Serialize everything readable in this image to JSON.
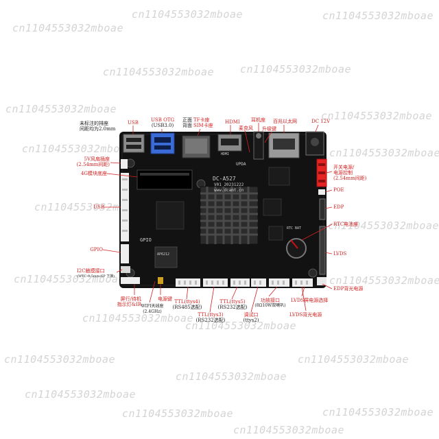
{
  "watermarks": [
    "cn1104553032mboae",
    "cn1104553032mboae",
    "cn1104553032mboae",
    "cn1104553032mboae",
    "cn1104553032mboae",
    "cn1104553032mboae",
    "cn1104553032mboae",
    "cn1104553032mboae",
    "cn1104553032mboae",
    "cn1104553032mboae",
    "cn1104553032mboae",
    "cn1104553032mboae",
    "cn1104553032mboae",
    "cn1104553032mboae",
    "cn1104553032mboae",
    "cn1104553032mboae",
    "cn1104553032mboae",
    "cn1104553032mboae",
    "cn1104553032mboae",
    "cn1104553032mboae",
    "cn1104553032mboae",
    "cn1104553032mboae"
  ],
  "note": {
    "line1": "未标注的排座",
    "line2": "间距均为2.0mm"
  },
  "labels": {
    "usb_top": "USB",
    "usb_otg": "USB OTG",
    "usb_otg_sub": "(USB3.0)",
    "front_back_1": "正面",
    "front_back_2": "背面",
    "tf_1": "TF卡座",
    "tf_2": "SIM卡座",
    "hdmi": "HDMI",
    "earphone": "耳机座",
    "mic": "麦克风",
    "upgrade_key": "升级键",
    "ethernet": "百兆以太网",
    "dc12v": "DC 12V",
    "fan_1": "5V风扇插座",
    "fan_2": "(2.54mm间距)",
    "module_4g": "4G模块底座",
    "switch_1": "开关电源/",
    "switch_2": "电源控制",
    "switch_3": "(2.54mm间距)",
    "poe": "POE",
    "edp": "EDP",
    "usb_left": "USB",
    "rtc": "RTC电池座",
    "gpio": "GPIO",
    "lvds": "LVDS",
    "i2c_1": "I2C触摸接口",
    "i2c_2": "(WTC-0.5mm-6P 下接)",
    "edp_backlight": "EDP背光电源",
    "ir_1": "屏行/待机",
    "ir_2": "指示灯&IR",
    "wifi_ant": "WIFI天线座",
    "wifi_freq": "(2.4GHz)",
    "power_key": "电源键",
    "ttl4_1": "TTL(ttys4)",
    "ttl4_2": "(RS485选配)",
    "ttl3_1": "TTL(ttys3)",
    "ttl3_2": "(RS232选配)",
    "ttl5_1": "TTL(ttys5)",
    "ttl5_2": "(RS232选配)",
    "debug_1": "调试口",
    "debug_2": "(ttys2)",
    "amp_1": "功放接口",
    "amp_2": "(8Ω10W双喇叭)",
    "lvds_power_sel": "LVDS屏电源选择",
    "lvds_backlight": "LVDS背光电源"
  },
  "silk": {
    "model": "DC-A527",
    "version": "V01 20231222",
    "site": "www.dcamt.cn",
    "gpio": "GPIO",
    "chip": "AP6212",
    "hdmi": "HDMI",
    "upda": "UPDA",
    "rtc": "RTC BAT"
  },
  "colors": {
    "annotation": "#d32020",
    "board": "#111111",
    "connector_white": "#eeeeee",
    "terminal_red": "#e52424"
  }
}
